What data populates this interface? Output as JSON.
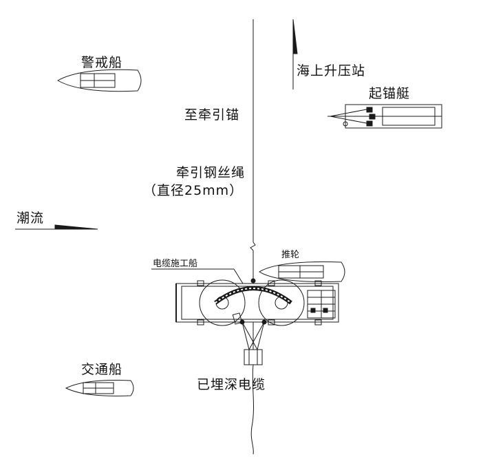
{
  "labels": {
    "guard_boat": "警戒船",
    "offshore_substation": "海上升压站",
    "anchor_boat": "起锚艇",
    "to_traction_anchor": "至牵引锚",
    "traction_wire_rope": "牵引钢丝绳",
    "wire_diameter": "（直径25mm）",
    "tidal_current": "潮流",
    "pusher_tug": "推轮",
    "cable_laying_vessel": "电缆施工船",
    "traffic_boat": "交通船",
    "buried_cable": "已埋深电缆"
  },
  "colors": {
    "line": "#1a1a1a",
    "fill": "#ffffff"
  }
}
